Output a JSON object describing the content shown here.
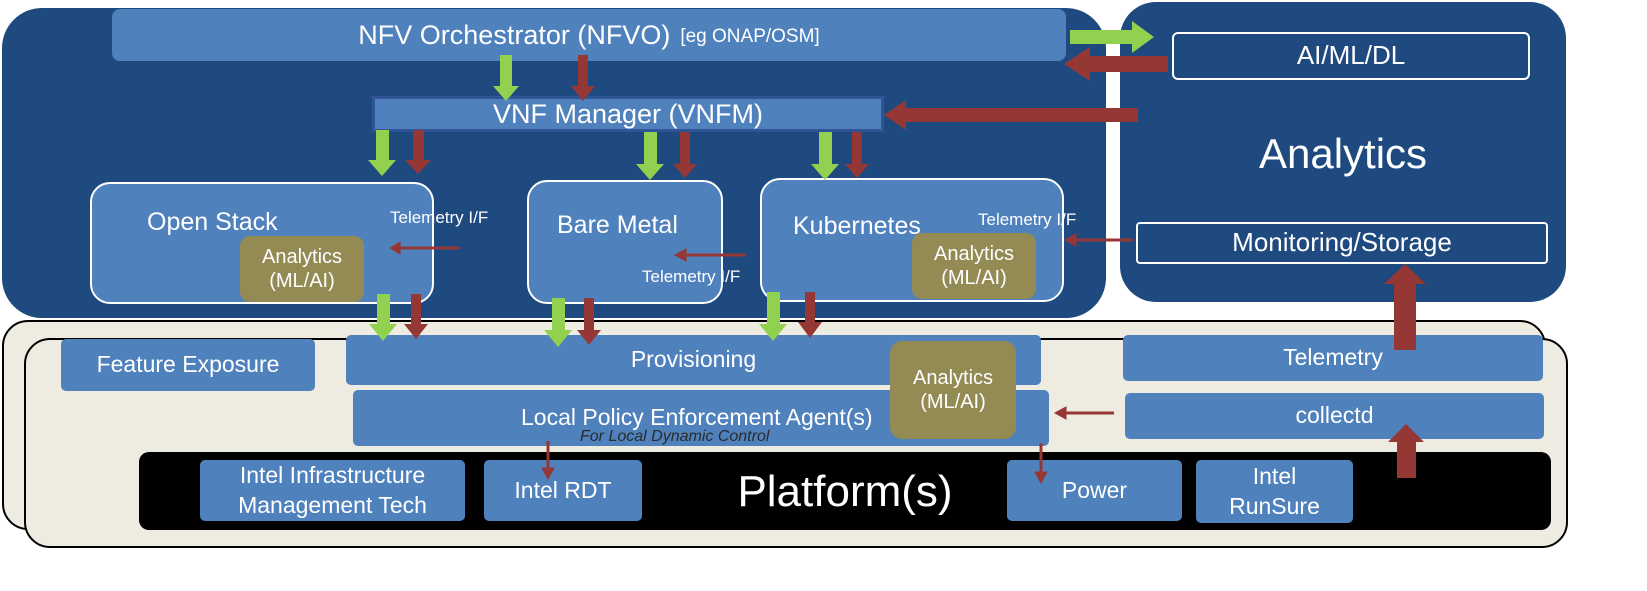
{
  "nfvo": {
    "title": "NFV Orchestrator (NFVO)",
    "subtitle": "[eg ONAP/OSM]"
  },
  "vnfm": {
    "label": "VNF Manager (VNFM)"
  },
  "vims": [
    {
      "name": "Open Stack",
      "telemetry": "Telemetry I/F",
      "analytics_line1": "Analytics",
      "analytics_line2": "(ML/AI)"
    },
    {
      "name": "Bare Metal",
      "telemetry": "Telemetry I/F"
    },
    {
      "name": "Kubernetes",
      "telemetry": "Telemetry I/F",
      "analytics_line1": "Analytics",
      "analytics_line2": "(ML/AI)"
    }
  ],
  "analytics_panel": {
    "ai_box": "AI/ML/DL",
    "title": "Analytics",
    "monitoring": "Monitoring/Storage"
  },
  "node": {
    "feature_exposure": "Feature Exposure",
    "provisioning": "Provisioning",
    "local_policy": "Local Policy Enforcement Agent(s)",
    "local_policy_note": "For Local Dynamic Control",
    "analytics_line1": "Analytics",
    "analytics_line2": "(ML/AI)",
    "telemetry": "Telemetry",
    "collectd": "collectd"
  },
  "platform": {
    "title": "Platform(s)",
    "items": [
      {
        "line1": "Intel Infrastructure",
        "line2": "Management Tech"
      },
      {
        "line1": "Intel RDT"
      },
      {
        "line1": "Power"
      },
      {
        "line1": "Intel",
        "line2": "RunSure"
      }
    ]
  },
  "colors": {
    "dark_panel": "#1e4a80",
    "box_blue": "#4f81bd",
    "olive": "#948a54",
    "green_arrow": "#92d050",
    "red_arrow": "#953735",
    "beige": "#eeece1"
  }
}
